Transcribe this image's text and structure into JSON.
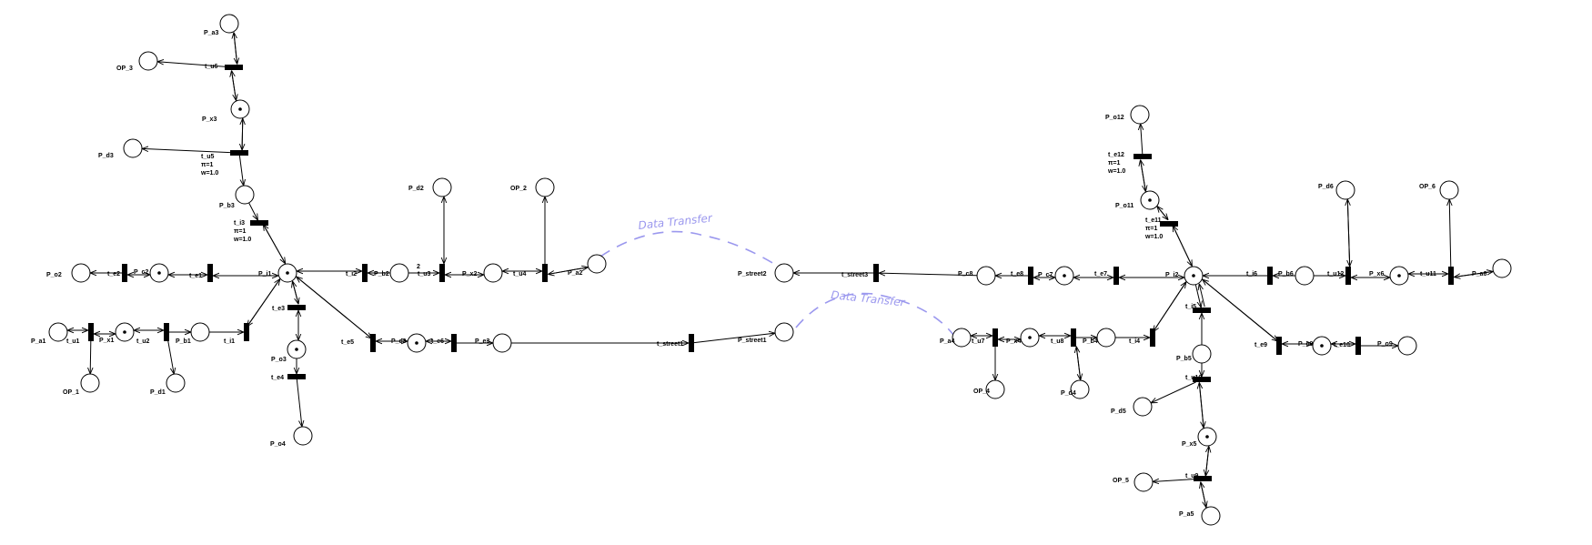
{
  "diagram": {
    "annotations": [
      "Data Transfer",
      "Data Transfer"
    ],
    "places": [
      {
        "id": "P_a3",
        "label": "P_a3"
      },
      {
        "id": "OP_3",
        "label": "OP_3"
      },
      {
        "id": "P_x3",
        "label": "P_x3",
        "token": true
      },
      {
        "id": "P_d3",
        "label": "P_d3"
      },
      {
        "id": "P_b3",
        "label": "P_b3"
      },
      {
        "id": "P_o2",
        "label": "P_o2"
      },
      {
        "id": "P_c2",
        "label": "P_c2",
        "token": true
      },
      {
        "id": "P_i1",
        "label": "P_i1",
        "token": true
      },
      {
        "id": "P_b2",
        "label": "P_b2"
      },
      {
        "id": "P_d2",
        "label": "P_d2"
      },
      {
        "id": "OP_2",
        "label": "OP_2"
      },
      {
        "id": "P_x2",
        "label": "P_x2"
      },
      {
        "id": "P_a2",
        "label": "P_a2"
      },
      {
        "id": "P_a1",
        "label": "P_a1"
      },
      {
        "id": "P_x1",
        "label": "P_x1",
        "token": true
      },
      {
        "id": "P_b1",
        "label": "P_b1"
      },
      {
        "id": "OP_1",
        "label": "OP_1"
      },
      {
        "id": "P_d1",
        "label": "P_d1"
      },
      {
        "id": "P_o3",
        "label": "P_o3",
        "token": true
      },
      {
        "id": "P_o4",
        "label": "P_o4"
      },
      {
        "id": "P_c3",
        "label": "P_c3",
        "token": true
      },
      {
        "id": "P_e3",
        "label": "P_e3"
      },
      {
        "id": "P_street2",
        "label": "P_street2"
      },
      {
        "id": "P_street1",
        "label": "P_street1"
      },
      {
        "id": "P_o12",
        "label": "P_o12"
      },
      {
        "id": "P_o11",
        "label": "P_o11",
        "token": true
      },
      {
        "id": "P_d6",
        "label": "P_d6"
      },
      {
        "id": "OP_6",
        "label": "OP_6"
      },
      {
        "id": "P_c8",
        "label": "P_c8"
      },
      {
        "id": "P_c7",
        "label": "P_c7",
        "token": true
      },
      {
        "id": "P_i2",
        "label": "P_i2",
        "token": true
      },
      {
        "id": "P_b6",
        "label": "P_b6"
      },
      {
        "id": "P_x6",
        "label": "P_x6",
        "token": true
      },
      {
        "id": "P_a6",
        "label": "P_a6"
      },
      {
        "id": "P_a4",
        "label": "P_a4"
      },
      {
        "id": "P_x4",
        "label": "P_x4",
        "token": true
      },
      {
        "id": "P_b4",
        "label": "P_b4"
      },
      {
        "id": "OP_4",
        "label": "OP_4"
      },
      {
        "id": "P_d4",
        "label": "P_d4"
      },
      {
        "id": "P_c9",
        "label": "P_c9",
        "token": true
      },
      {
        "id": "P_o9",
        "label": "P_o9"
      },
      {
        "id": "P_b5",
        "label": "P_b5"
      },
      {
        "id": "P_d5",
        "label": "P_d5"
      },
      {
        "id": "P_x5",
        "label": "P_x5",
        "token": true
      },
      {
        "id": "OP_5",
        "label": "OP_5"
      },
      {
        "id": "P_a5",
        "label": "P_a5"
      }
    ],
    "transitions": [
      {
        "id": "t_u6",
        "label": "t_u6"
      },
      {
        "id": "t_u5",
        "label": "t_u5",
        "extra": [
          "π=1",
          "w=1.0"
        ]
      },
      {
        "id": "t_i3",
        "label": "t_i3",
        "extra": [
          "π=1",
          "w=1.0"
        ]
      },
      {
        "id": "t_e2",
        "label": "t_e2"
      },
      {
        "id": "t_e1",
        "label": "t_e1"
      },
      {
        "id": "t_i2",
        "label": "t_i2"
      },
      {
        "id": "t_u3",
        "label": "t_u3"
      },
      {
        "id": "t_u4",
        "label": "t_u4"
      },
      {
        "id": "t_u1",
        "label": "t_u1"
      },
      {
        "id": "t_u2",
        "label": "t_u2"
      },
      {
        "id": "t_i1",
        "label": "t_i1"
      },
      {
        "id": "t_e3",
        "label": "t_e3"
      },
      {
        "id": "t_e4",
        "label": "t_e4"
      },
      {
        "id": "t_e5",
        "label": "t_e5"
      },
      {
        "id": "t_e6",
        "label": "t_e6"
      },
      {
        "id": "t_street1",
        "label": "t_street1"
      },
      {
        "id": "t_street3",
        "label": "t_street3"
      },
      {
        "id": "t_e12",
        "label": "t_e12",
        "extra": [
          "π=1",
          "w=1.0"
        ]
      },
      {
        "id": "t_e11",
        "label": "t_e11",
        "extra": [
          "π=1",
          "w=1.0"
        ]
      },
      {
        "id": "t_e8",
        "label": "t_e8"
      },
      {
        "id": "t_e7",
        "label": "t_e7"
      },
      {
        "id": "t_i6",
        "label": "t_i6"
      },
      {
        "id": "t_u12",
        "label": "t_u12"
      },
      {
        "id": "t_u11",
        "label": "t_u11"
      },
      {
        "id": "t_u7",
        "label": "t_u7"
      },
      {
        "id": "t_u8",
        "label": "t_u8"
      },
      {
        "id": "t_i4",
        "label": "t_i4"
      },
      {
        "id": "t_i5",
        "label": "t_i5"
      },
      {
        "id": "t_e9",
        "label": "t_e9"
      },
      {
        "id": "t_e10",
        "label": "t_e10"
      },
      {
        "id": "t_u10",
        "label": "t_u10"
      },
      {
        "id": "t_u9",
        "label": "t_u9"
      }
    ],
    "arc_weights": [
      "2"
    ]
  }
}
